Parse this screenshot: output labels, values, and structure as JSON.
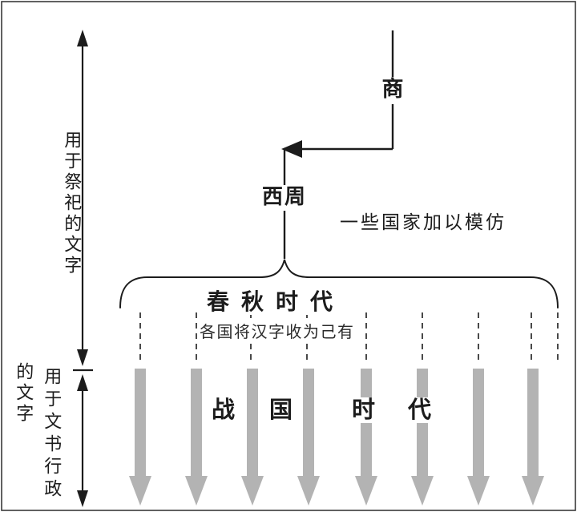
{
  "colors": {
    "line": "#1c1c1c",
    "arrow": "#b3b3b3",
    "background": "#ffffff"
  },
  "nodes": {
    "shang": "商",
    "western_zhou": "西周"
  },
  "annotations": {
    "imitation": "一些国家加以模仿",
    "spring_autumn_era": "春秋时代",
    "adoption": "各国将汉字收为己有"
  },
  "warring_states": {
    "char1": "战",
    "char2": "国",
    "char3": "时",
    "char4": "代"
  },
  "axis": {
    "ritual_label": "用于祭祀的文字",
    "admin_label_main": "用于文书行政",
    "admin_label_suffix": "的文字"
  }
}
